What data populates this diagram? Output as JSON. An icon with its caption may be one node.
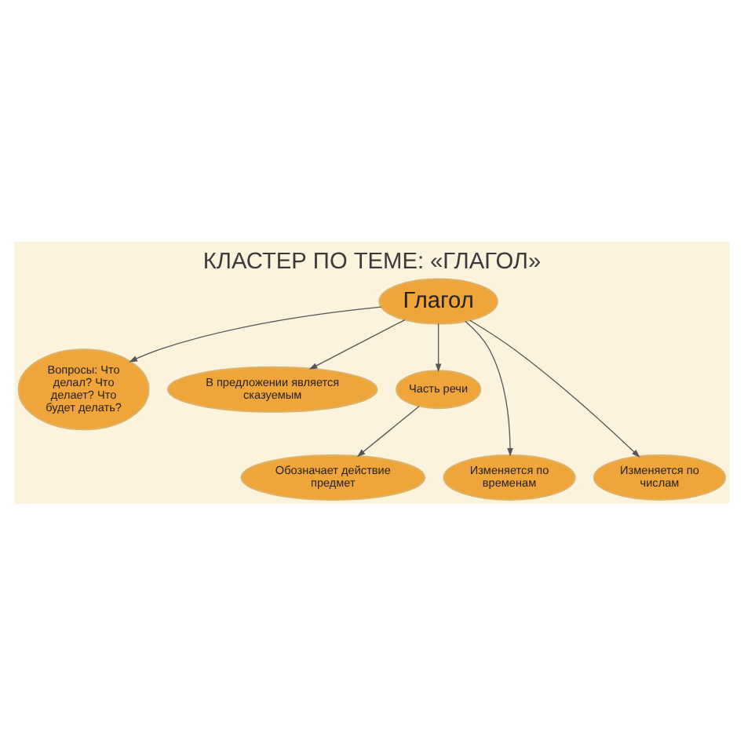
{
  "diagram": {
    "title": "КЛАСТЕР ПО ТЕМЕ: «ГЛАГОЛ»",
    "nodes": [
      {
        "text": [
          "Глагол"
        ]
      },
      {
        "text": [
          "Вопросы: Что делал? Что делает? Что будет делать?"
        ]
      },
      {
        "text": [
          "В предложении является сказуемым"
        ]
      },
      {
        "text": [
          "Часть речи"
        ]
      },
      {
        "text": [
          "Изменяется по временам"
        ]
      },
      {
        "text": [
          "Изменяется по числам"
        ]
      },
      {
        "text": [
          "Обозначает действие предмет"
        ]
      }
    ],
    "edges": [
      {
        "from": 0,
        "to": 1,
        "arrow": "to"
      },
      {
        "from": 0,
        "to": 4,
        "arrow": "to"
      },
      {
        "from": 0,
        "to": 3,
        "arrow": "to"
      },
      {
        "from": 0,
        "to": 5,
        "arrow": "to"
      },
      {
        "from": 0,
        "to": 2,
        "arrow": "to"
      },
      {
        "from": 3,
        "to": 6,
        "arrow": "to"
      }
    ]
  }
}
